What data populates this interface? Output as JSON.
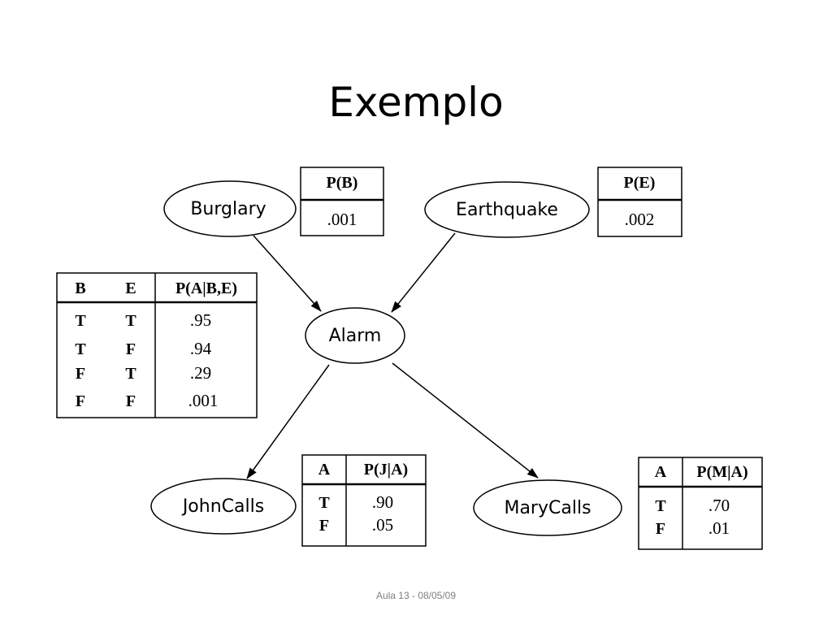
{
  "slide": {
    "title": "Exemplo",
    "footer": "Aula 13 - 08/05/09"
  },
  "nodes": {
    "burglary": "Burglary",
    "earthquake": "Earthquake",
    "alarm": "Alarm",
    "john": "JohnCalls",
    "mary": "MaryCalls"
  },
  "edges": [
    {
      "from": "Burglary",
      "to": "Alarm"
    },
    {
      "from": "Earthquake",
      "to": "Alarm"
    },
    {
      "from": "Alarm",
      "to": "JohnCalls"
    },
    {
      "from": "Alarm",
      "to": "MaryCalls"
    }
  ],
  "cpt_burglary": {
    "header": "P(B)",
    "value": ".001"
  },
  "cpt_earthquake": {
    "header": "P(E)",
    "value": ".002"
  },
  "cpt_alarm": {
    "headers": [
      "B",
      "E",
      "P(A|B,E)"
    ],
    "rows": [
      [
        "T",
        "T",
        ".95"
      ],
      [
        "T",
        "F",
        ".94"
      ],
      [
        "F",
        "T",
        ".29"
      ],
      [
        "F",
        "F",
        ".001"
      ]
    ]
  },
  "cpt_john": {
    "headers": [
      "A",
      "P(J|A)"
    ],
    "rows": [
      [
        "T",
        ".90"
      ],
      [
        "F",
        ".05"
      ]
    ]
  },
  "cpt_mary": {
    "headers": [
      "A",
      "P(M|A)"
    ],
    "rows": [
      [
        "T",
        ".70"
      ],
      [
        "F",
        ".01"
      ]
    ]
  },
  "colors": {
    "ink": "#000000",
    "footer": "#7f7f7f",
    "background": "#ffffff"
  }
}
